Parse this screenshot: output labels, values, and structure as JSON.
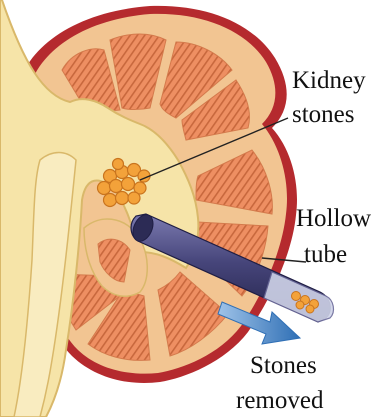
{
  "labels": {
    "kidney_stones_line1": "Kidney",
    "kidney_stones_line2": "stones",
    "hollow_tube_line1": "Hollow",
    "hollow_tube_line2": "tube",
    "stones_removed_line1": "Stones",
    "stones_removed_line2": "removed"
  },
  "colors": {
    "capsule": "#b52a2e",
    "cortex": "#f2c592",
    "medulla": "#ee8f62",
    "medulla_stripe": "#c8683d",
    "pelvis": "#f6e4a8",
    "pelvis_edge": "#d9b86a",
    "stone": "#f3a23a",
    "tube": "#46457a",
    "arrow": "#3f7fc3"
  },
  "icons": [
    "kidney-illustration",
    "stones-cluster",
    "hollow-tube",
    "removal-arrow"
  ]
}
